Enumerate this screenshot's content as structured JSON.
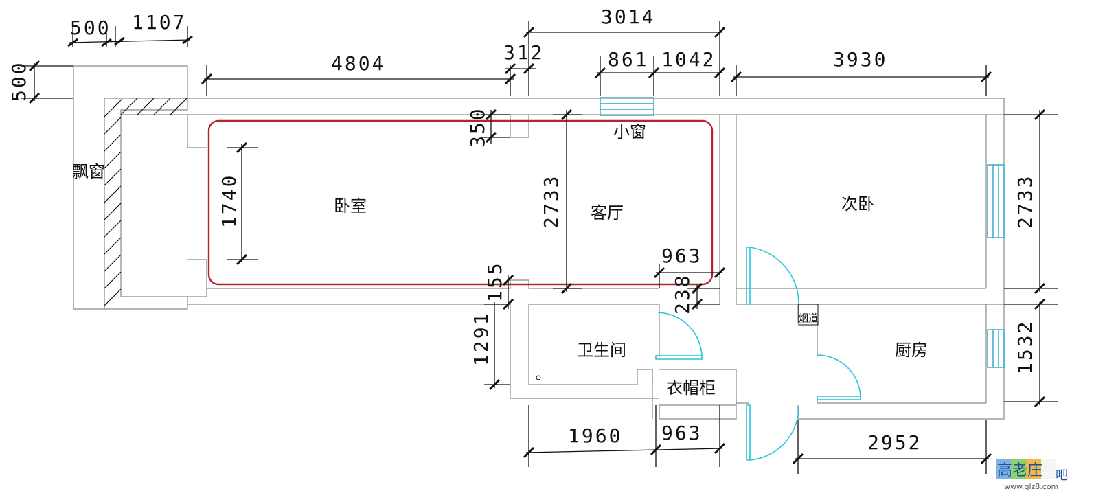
{
  "rooms": {
    "bay_window": "飘窗",
    "bedroom": "卧室",
    "living_room": "客厅",
    "small_window": "小窗",
    "second_bedroom": "次卧",
    "bathroom": "卫生间",
    "wardrobe": "衣帽柜",
    "kitchen": "厨房",
    "flue": "烟道"
  },
  "dimensions": {
    "d500_top": "500",
    "d1107": "1107",
    "d3014": "3014",
    "d312": "312",
    "d4804": "4804",
    "d861": "861",
    "d1042": "1042",
    "d3930": "3930",
    "d500_left": "500",
    "d350": "350",
    "d1740": "1740",
    "d2733_mid": "2733",
    "d2733_right": "2733",
    "d963_mid": "963",
    "d155": "155",
    "d238": "238",
    "d1291": "1291",
    "d1532": "1532",
    "d1960": "1960",
    "d963_bottom": "963",
    "d2952": "2952"
  },
  "watermark": {
    "logo_text": "高老庄吧",
    "url": "www.glz8.com"
  },
  "colors": {
    "highlight": "#b5232c",
    "door": "#26c6da",
    "window": "#26a6c8"
  }
}
